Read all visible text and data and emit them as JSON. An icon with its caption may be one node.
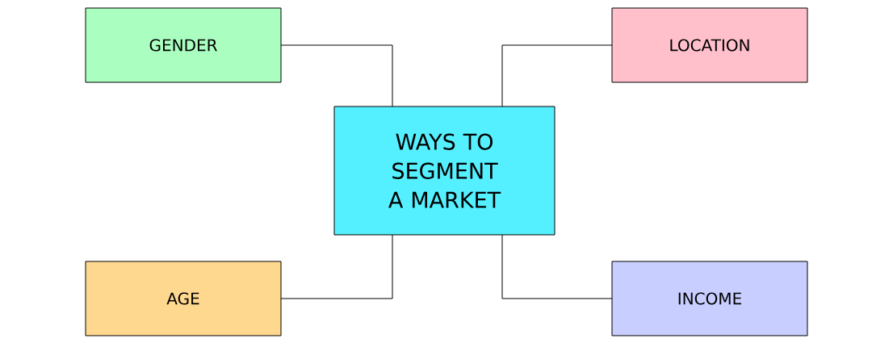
{
  "diagram": {
    "nodes": [
      {
        "text": [
          "GENDER"
        ]
      },
      {
        "text": [
          "LOCATION"
        ]
      },
      {
        "text": [
          "WAYS TO SEGMENT A MARKET"
        ]
      },
      {
        "text": [
          "AGE"
        ]
      },
      {
        "text": [
          "INCOME"
        ]
      }
    ],
    "edges": [
      {
        "from": 2,
        "to": 0,
        "arrow": "none"
      },
      {
        "from": 2,
        "to": 1,
        "arrow": "none"
      },
      {
        "from": 2,
        "to": 3,
        "arrow": "none"
      },
      {
        "from": 2,
        "to": 4,
        "arrow": "none"
      }
    ]
  }
}
